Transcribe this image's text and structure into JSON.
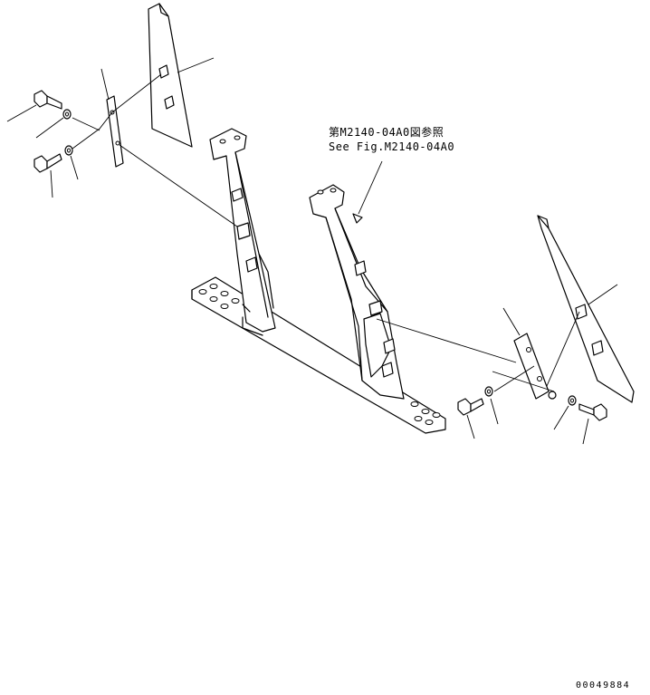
{
  "reference": {
    "japanese": "第M2140-04A0図参照",
    "english": "See Fig.M2140-04A0"
  },
  "drawing_number": "00049884",
  "colors": {
    "line": "#000000",
    "background": "#ffffff"
  }
}
